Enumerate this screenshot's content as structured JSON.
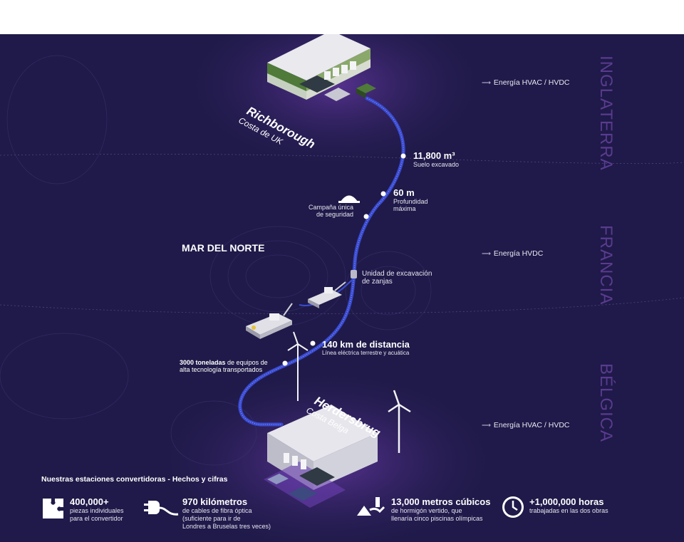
{
  "regions": {
    "england": "INGLATERRA",
    "france": "FRANCIA",
    "belgium": "BÉLGICA"
  },
  "energy_labels": {
    "top": "Energía HVAC / HVDC",
    "middle": "Energía HVDC",
    "bottom": "Energía HVAC / HVDC"
  },
  "sites": {
    "uk": {
      "name": "Richborough",
      "coast": "Costa de UK"
    },
    "be": {
      "name": "Herdersbrug",
      "coast": "Costa Belga"
    }
  },
  "sea": "MAR DEL NORTE",
  "callouts": {
    "excavated": {
      "value": "11,800 m³",
      "label": "Suelo excavado"
    },
    "depth": {
      "value": "60 m",
      "label_line1": "Profundidad",
      "label_line2": "máxima"
    },
    "safety": {
      "line1": "Campaña única",
      "line2": "de seguridad"
    },
    "trench": {
      "line1": "Unidad de excavación",
      "line2": "de zanjas"
    },
    "distance": {
      "value": "140 km de distancia",
      "label": "Línea eléctrica terrestre y acuática"
    },
    "tonnes": {
      "bold": "3000 toneladas",
      "rest1": " de equipos de",
      "line2": "alta tecnología transportados"
    }
  },
  "facts": {
    "heading": "Nuestras estaciones convertidoras - Hechos y cifras",
    "items": [
      {
        "value": "400,000+",
        "line1": "piezas individuales",
        "line2": "para el convertidor",
        "line3": ""
      },
      {
        "value": "970 kilómetros",
        "line1": "de cables de fibra óptica",
        "line2": "(suficiente para ir de",
        "line3": "Londres a Bruselas tres veces)"
      },
      {
        "value": "13,000 metros cúbicos",
        "line1": "de hormigón vertido, que",
        "line2": "llenaría cinco piscinas olímpicas",
        "line3": ""
      },
      {
        "value": "+1,000,000 horas",
        "line1": "trabajadas en las dos obras",
        "line2": "",
        "line3": ""
      }
    ]
  },
  "colors": {
    "background": "#1f1a49",
    "cable": "#3a4bd0",
    "region_text": "#5a3b8f",
    "glow": "#5b2f9e"
  }
}
